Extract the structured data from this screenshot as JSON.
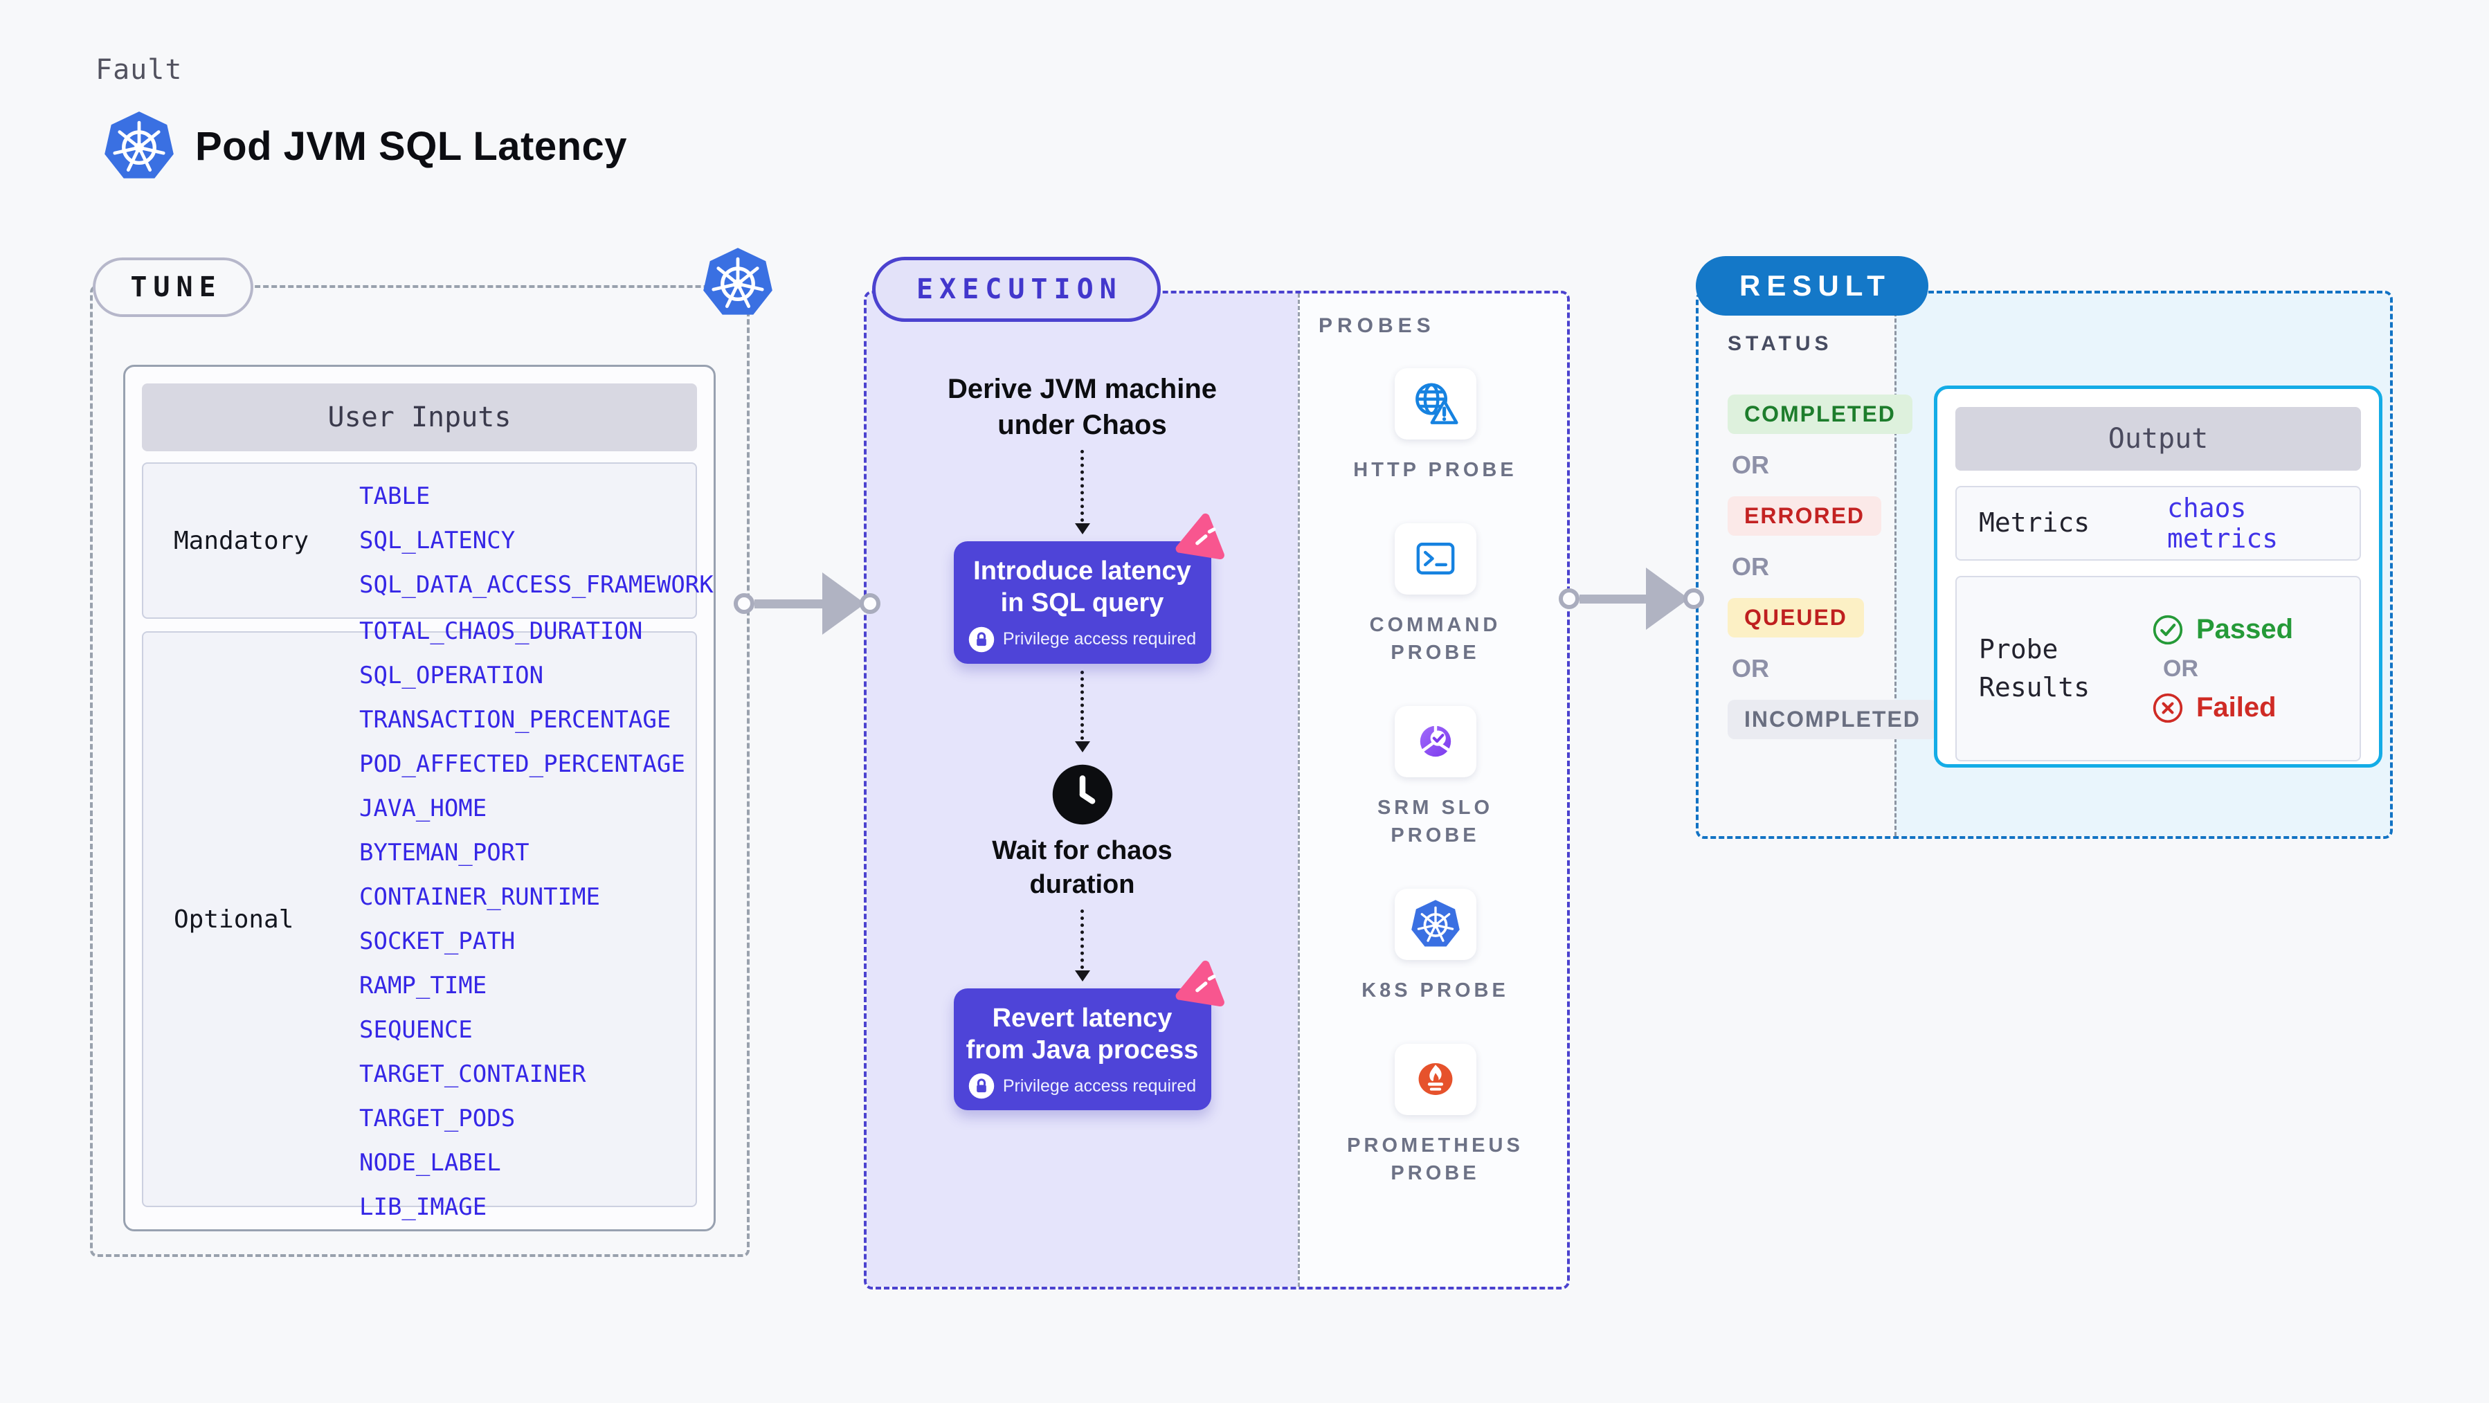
{
  "header": {
    "category": "Fault",
    "title": "Pod JVM SQL Latency"
  },
  "tune": {
    "badge": "TUNE",
    "table": {
      "header": "User Inputs",
      "rows": [
        {
          "label": "Mandatory",
          "values": [
            "TABLE",
            "SQL_LATENCY",
            "SQL_DATA_ACCESS_FRAMEWORK"
          ]
        },
        {
          "label": "Optional",
          "values": [
            "TOTAL_CHAOS_DURATION",
            "SQL_OPERATION",
            "TRANSACTION_PERCENTAGE",
            "POD_AFFECTED_PERCENTAGE",
            "JAVA_HOME",
            "BYTEMAN_PORT",
            "CONTAINER_RUNTIME",
            "SOCKET_PATH",
            "RAMP_TIME",
            "SEQUENCE",
            "TARGET_CONTAINER",
            "TARGET_PODS",
            "NODE_LABEL",
            "LIB_IMAGE"
          ]
        }
      ]
    }
  },
  "execution": {
    "badge": "EXECUTION",
    "steps": {
      "derive": "Derive JVM machine under Chaos",
      "introduce": {
        "label": "Introduce latency in SQL query",
        "note": "Privilege access required"
      },
      "wait": "Wait for chaos duration",
      "revert": {
        "label": "Revert latency from Java process",
        "note": "Privilege access required"
      }
    }
  },
  "probes": {
    "title": "PROBES",
    "items": [
      {
        "label": "HTTP PROBE",
        "icon": "http-probe-icon"
      },
      {
        "label": "COMMAND PROBE",
        "icon": "command-probe-icon"
      },
      {
        "label": "SRM SLO PROBE",
        "icon": "srm-slo-probe-icon"
      },
      {
        "label": "K8S PROBE",
        "icon": "k8s-probe-icon"
      },
      {
        "label": "PROMETHEUS PROBE",
        "icon": "prometheus-probe-icon"
      }
    ]
  },
  "result": {
    "badge": "RESULT",
    "status": {
      "title": "STATUS",
      "items": [
        {
          "label": "COMPLETED",
          "kind": "completed"
        },
        {
          "label": "OR",
          "kind": "or"
        },
        {
          "label": "ERRORED",
          "kind": "errored"
        },
        {
          "label": "OR",
          "kind": "or"
        },
        {
          "label": "QUEUED",
          "kind": "queued"
        },
        {
          "label": "OR",
          "kind": "or"
        },
        {
          "label": "INCOMPLETED",
          "kind": "incompleted"
        }
      ]
    },
    "output": {
      "header": "Output",
      "metrics_label": "Metrics",
      "metrics_value": "chaos metrics",
      "probe_results_label": "Probe Results",
      "passed": "Passed",
      "or": "OR",
      "failed": "Failed"
    }
  },
  "colors": {
    "accent_indigo": "#4b42cf",
    "action_box_purple": "#4e44d8",
    "execution_lavender_bg": "#e5e4fb",
    "chaos_pink": "#f8568f",
    "kubernetes_blue": "#3a70e2",
    "probe_icon_blue": "#1682e0",
    "result_blue": "#1478c8",
    "output_border_cyan": "#14ace6",
    "result_panel_bg": "#e9f5fc",
    "completed_green": "#1d7d2c",
    "errored_red": "#c32222",
    "queued_red": "#bf1f1f",
    "incompleted_gray": "#696e80",
    "passed_green": "#259a38",
    "failed_red": "#cf2b25",
    "param_text_blue": "#3526e6",
    "prometheus_orange": "#e6522c",
    "srm_purple": "#8b5cf6"
  }
}
